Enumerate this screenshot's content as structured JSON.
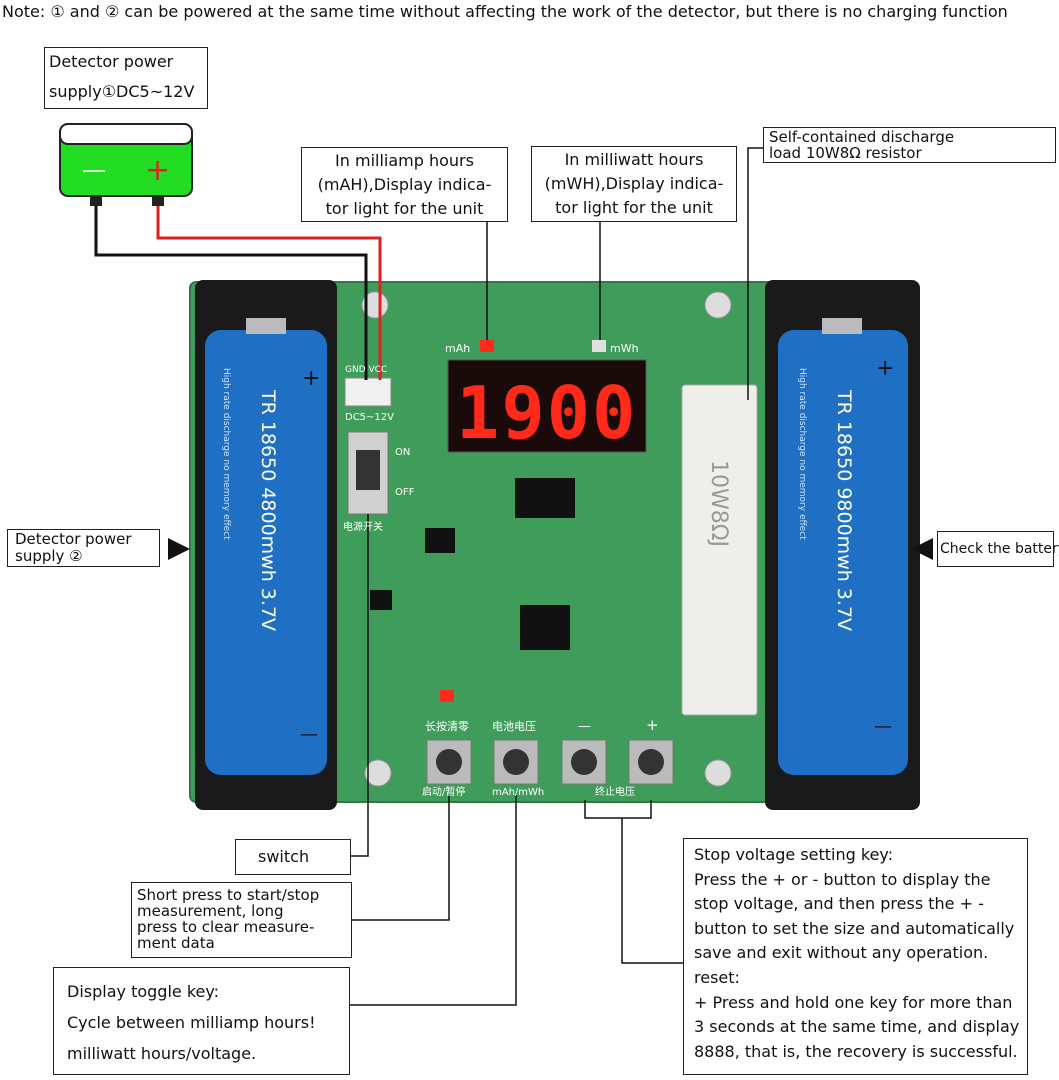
{
  "note": "Note: ① and ② can be powered at the same time without affecting the work of the detector, but there is no charging function",
  "labels": {
    "power1": [
      "Detector power",
      "supply①DC5~12V"
    ],
    "mah": [
      "In milliamp hours",
      "(mAH),Display indica-",
      "tor light for the unit"
    ],
    "mwh": [
      "In milliwatt hours",
      "(mWH),Display indica-",
      "tor light for the unit"
    ],
    "resistor": [
      "Self-contained discharge",
      "load 10W8Ω resistor"
    ],
    "power2": [
      "Detector power",
      "supply ②"
    ],
    "check": "Check the battery",
    "switch": "switch",
    "short_press": [
      "Short press to start/stop",
      "measurement, long",
      "press to clear measure-",
      "ment data"
    ],
    "toggle": [
      "Display toggle key:",
      "Cycle between milliamp hours!",
      "milliwatt hours/voltage."
    ],
    "stop": [
      "Stop voltage setting key:",
      "Press the + or - button to display the",
      "stop voltage, and then press the + -",
      "button to set the size and automatically",
      "save and exit without any operation.",
      "reset:",
      "+ Press and hold one key for more than",
      "3 seconds at the same time, and display",
      "8888, that is, the recovery is successful."
    ]
  },
  "battery_symbol": {
    "minus": "—",
    "plus": "+"
  },
  "board": {
    "display": "1900",
    "unit_mah": "mAh",
    "unit_mwh": "mWh",
    "connector": "DC5~12V",
    "gnd_vcc": "GND VCC",
    "on": "ON",
    "off": "OFF",
    "switch_cn": "电源开关",
    "resistor_text": "10W8ΩJ",
    "btn_top": [
      "长按清零",
      "电池电压",
      "—",
      "+"
    ],
    "btn_bottom": [
      "启动/暂停",
      "mAh/mWh",
      "终止电压"
    ]
  },
  "cells": {
    "left": {
      "text": "TR 18650 4800mwh 3.7V",
      "fine": "High rate discharge no memory effect",
      "plus": "+",
      "minus": "—"
    },
    "right": {
      "text": "TR 18650 9800mwh 3.7V",
      "fine": "High rate discharge no memory effect",
      "plus": "+",
      "minus": "—"
    }
  },
  "colors": {
    "pcb": "#3f9c5a",
    "cell": "#1f6fc4",
    "led": "#ff2a1a",
    "lcd_bg": "#1a0a0a",
    "battery": "#22dd22"
  }
}
